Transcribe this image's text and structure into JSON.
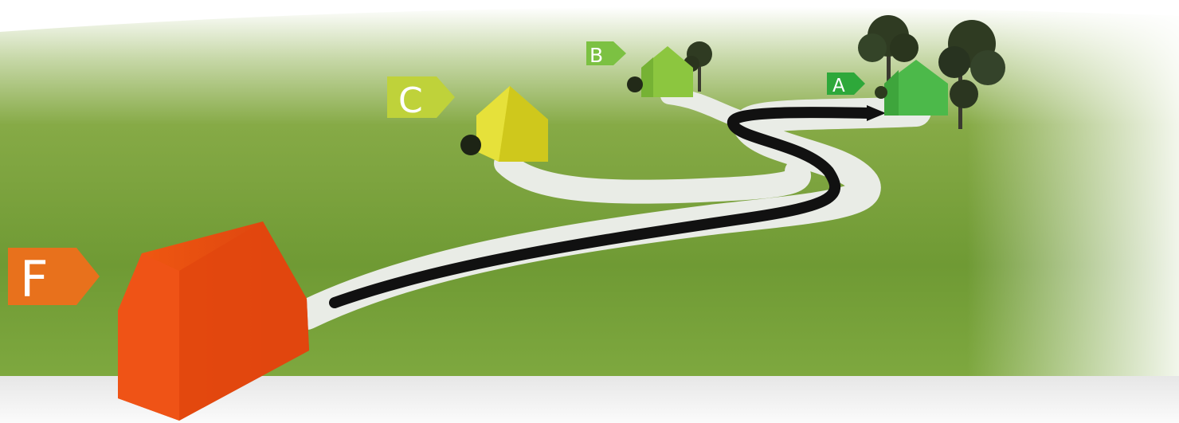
{
  "scene": {
    "description_labels": [
      {
        "id": "F",
        "text": "F",
        "color": "#e8711c"
      },
      {
        "id": "C",
        "text": "C",
        "color": "#bfd23a"
      },
      {
        "id": "B",
        "text": "B",
        "color": "#7cc142"
      },
      {
        "id": "A",
        "text": "A",
        "color": "#2ea83a"
      }
    ],
    "colors": {
      "grass": "#7fa43e",
      "grass_dark": "#5f8a2a",
      "path": "#e9ece6",
      "road": "#111111",
      "house_f": "#e8480f",
      "house_c": "#d9d21f",
      "house_b": "#8cc63f",
      "house_a": "#4cb94a",
      "tree": "#2f3b22",
      "floor": "#f2f2f2"
    }
  }
}
